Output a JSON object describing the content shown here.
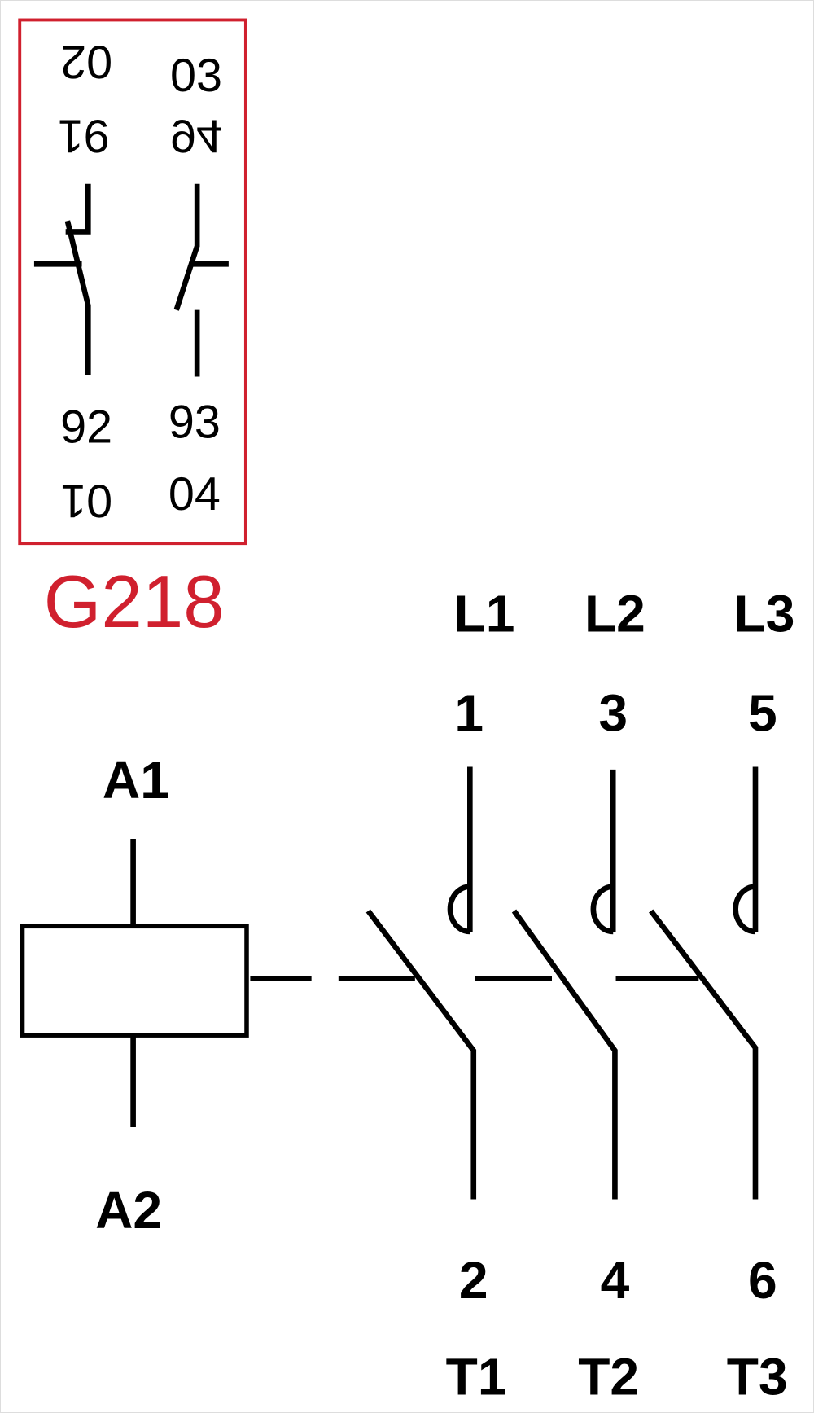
{
  "auxiliary_block": {
    "title": "G218",
    "accent_color": "#d0202e",
    "nc_contact": {
      "top_outer": "02",
      "top_inner": "91",
      "bottom_inner": "92",
      "bottom_outer": "01"
    },
    "no_contact": {
      "top_outer": "03",
      "top_inner": "94",
      "bottom_inner": "93",
      "bottom_outer": "04"
    }
  },
  "coil": {
    "top_terminal": "A1",
    "bottom_terminal": "A2"
  },
  "poles": [
    {
      "line": "L1",
      "in": "1",
      "out": "2",
      "load": "T1"
    },
    {
      "line": "L2",
      "in": "3",
      "out": "4",
      "load": "T2"
    },
    {
      "line": "L3",
      "in": "5",
      "out": "6",
      "load": "T3"
    }
  ]
}
